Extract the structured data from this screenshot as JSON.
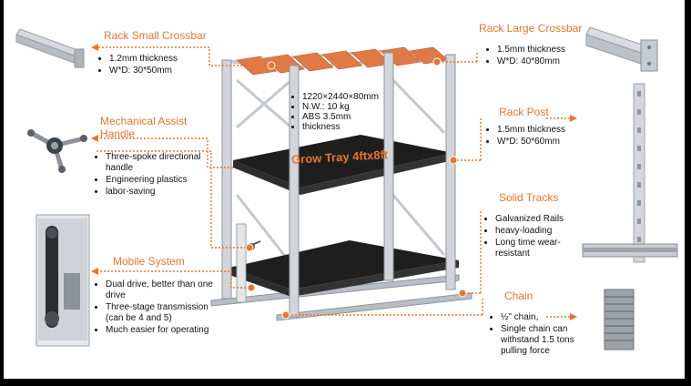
{
  "callouts": {
    "small_crossbar": {
      "title": "Rack Small Crossbar",
      "specs": [
        "1.2mm thickness",
        "W*D: 30*50mm"
      ]
    },
    "large_crossbar": {
      "title": "Rack Large Crossbar",
      "specs": [
        "1.5mm thickness",
        "W*D: 40*80mm"
      ]
    },
    "mech_handle": {
      "title_line1": "Mechanical Assist",
      "title_line2": "Handle",
      "specs": [
        "Three-spoke directional handle",
        "Engineering plastics",
        "labor-saving"
      ]
    },
    "rack_post": {
      "title": "Rack Post",
      "specs": [
        "1.5mm thickness",
        "W*D: 50*60mm"
      ]
    },
    "solid_tracks": {
      "title": "Solid Tracks",
      "specs": [
        "Galvanized Rails",
        "heavy-loading",
        "Long time wear-resistant"
      ]
    },
    "mobile_system": {
      "title": "Mobile System",
      "specs": [
        "Dual drive, better than one drive",
        "Three-stage transmission (can be 4 and 5)",
        "Much easier for operating"
      ]
    },
    "chain": {
      "title": "Chain",
      "specs": [
        "½\" chain,",
        "Single chain can withstand 1.5 tons pulling force"
      ]
    }
  },
  "tray": {
    "label": "Grow Tray 4ftx8ft",
    "specs": [
      "1220×2440×80mm",
      "N.W.: 10 kg",
      "ABS  3.5mm",
      "thickness"
    ]
  },
  "colors": {
    "accent": "#e8762b",
    "steel": "#c9cdd2",
    "tray": "#1e1e1e",
    "crossbar": "#e07a45"
  }
}
